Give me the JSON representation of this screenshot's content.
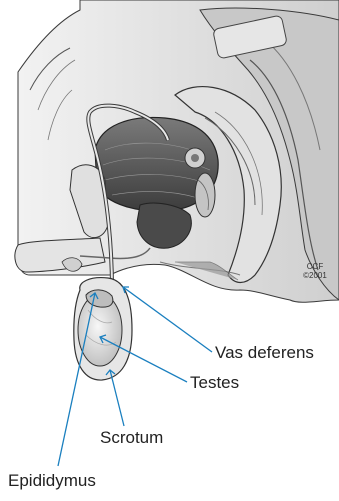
{
  "figure": {
    "credit_line1": "CCF",
    "credit_line2": "©2001"
  },
  "labels": {
    "vas_deferens": "Vas deferens",
    "testes": "Testes",
    "scrotum": "Scrotum",
    "epididymus": "Epididymus"
  },
  "colors": {
    "leader_line": "#1a7fbf",
    "tissue_light": "#d9d9d9",
    "tissue_mid": "#a6a6a6",
    "tissue_dark": "#555555",
    "outline": "#3a3a3a"
  }
}
